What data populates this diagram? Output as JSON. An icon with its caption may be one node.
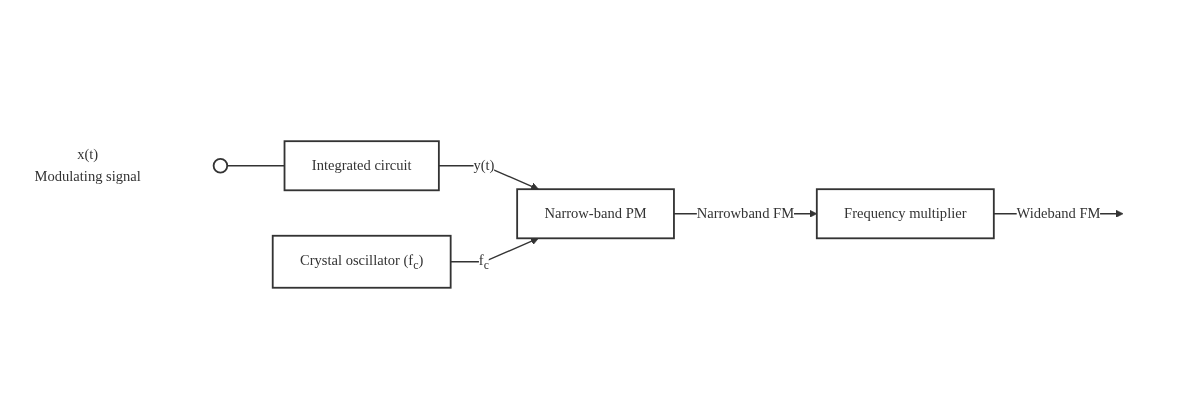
{
  "diagram": {
    "nodes": [
      {
        "text": [],
        "shape": "circle",
        "beside": [
          "x(t)",
          "Modulating signal"
        ]
      },
      {
        "text": [
          "Integrated circuit"
        ]
      },
      {
        "text": [
          "Narrow-band PM"
        ]
      },
      {
        "text": [
          "Frequency multiplier"
        ]
      },
      {
        "text": [
          "Crystal oscillator (f$_{c}$)"
        ]
      }
    ],
    "edges": [
      {
        "from": 0,
        "to": 1,
        "arrow": "none"
      },
      {
        "from": 1,
        "to": 2,
        "arrow": "to",
        "label": "y(t)"
      },
      {
        "from": 2,
        "to": 3,
        "arrow": "to",
        "label": "Narrowband FM"
      },
      {
        "from": 3,
        "to": null,
        "arrow": "to",
        "label": "Wideband FM"
      },
      {
        "from": 4,
        "to": 2,
        "arrow": "to",
        "label": "f$_{c}$"
      }
    ]
  }
}
